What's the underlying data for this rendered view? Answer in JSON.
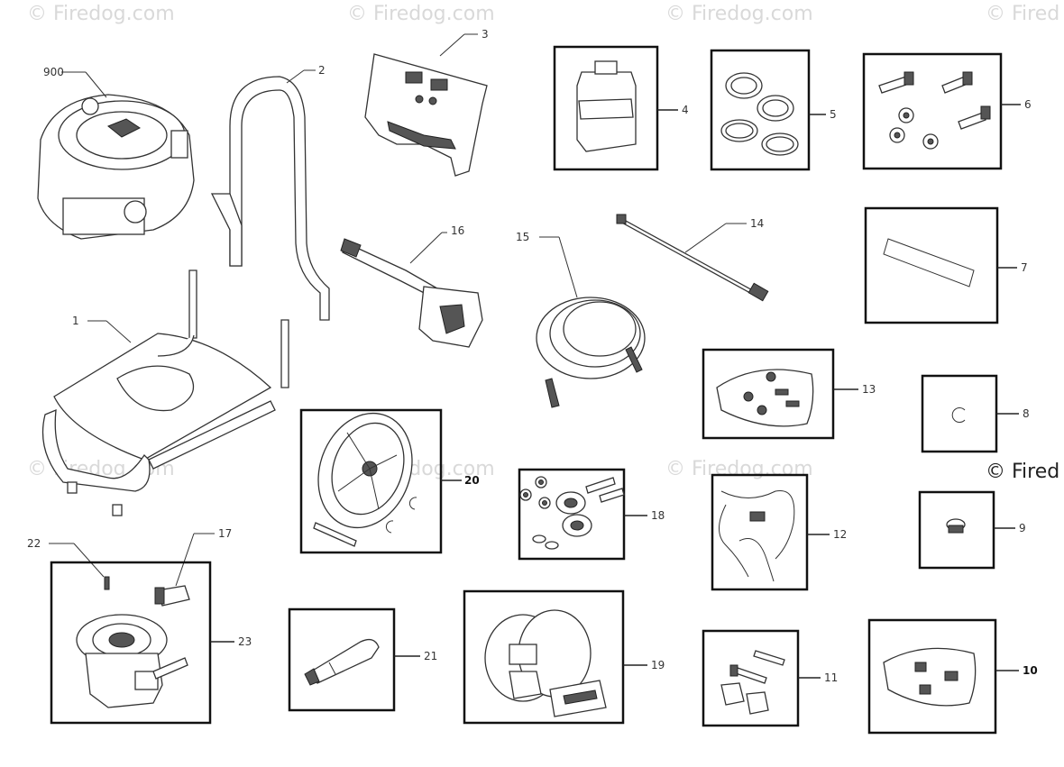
{
  "watermark": {
    "text": "© Firedog.com",
    "text_edge": "© Fired",
    "color": "#d9d9d9"
  },
  "callouts": {
    "p1": "1",
    "p2": "2",
    "p3": "3",
    "p4": "4",
    "p5": "5",
    "p6": "6",
    "p7": "7",
    "p8": "8",
    "p9": "9",
    "p10": "10",
    "p11": "11",
    "p12": "12",
    "p13": "13",
    "p14": "14",
    "p15": "15",
    "p16": "16",
    "p17": "17",
    "p18": "18",
    "p19": "19",
    "p20": "20",
    "p21": "21",
    "p22": "22",
    "p23": "23",
    "p900": "900"
  }
}
